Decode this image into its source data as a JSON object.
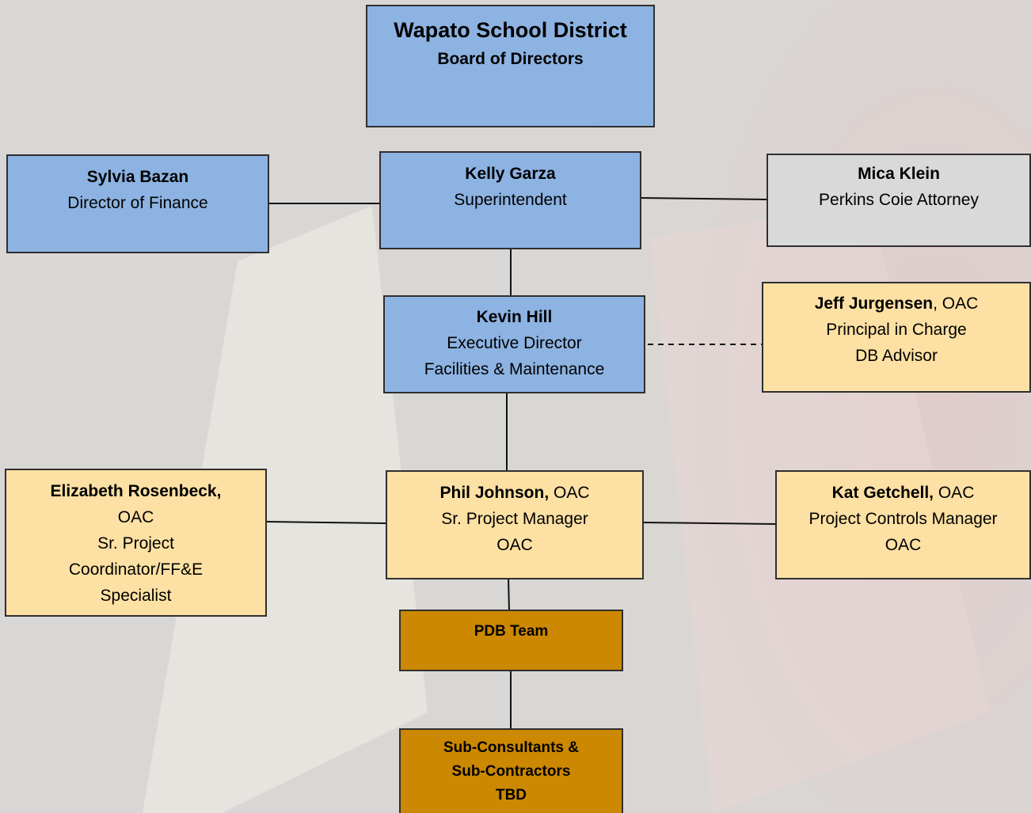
{
  "board": {
    "org": "Wapato School District",
    "title": "Board of Directors"
  },
  "finance": {
    "name": "Sylvia Bazan",
    "role": "Director of Finance"
  },
  "superintendent": {
    "name": "Kelly Garza",
    "role": "Superintendent"
  },
  "attorney": {
    "name": "Mica Klein",
    "role": "Perkins Coie Attorney"
  },
  "executive": {
    "name": "Kevin Hill",
    "role": "Executive Director",
    "dept": "Facilities & Maintenance"
  },
  "advisor": {
    "name": "Jeff Jurgensen",
    "org": ", OAC",
    "role": "Principal in Charge",
    "role2": "DB Advisor"
  },
  "coordinator": {
    "name": "Elizabeth Rosenbeck,",
    "lines": [
      "OAC",
      "Sr. Project",
      "Coordinator/FF&E",
      "Specialist"
    ]
  },
  "pm": {
    "name": "Phil Johnson,",
    "org": " OAC",
    "role": "Sr. Project Manager",
    "org2": "OAC"
  },
  "controls": {
    "name": "Kat Getchell,",
    "org": " OAC",
    "role": "Project Controls Manager",
    "org2": "OAC"
  },
  "pdb": {
    "label": "PDB Team"
  },
  "subs": {
    "lines": [
      "Sub-Consultants &",
      "Sub-Contractors",
      "TBD"
    ]
  }
}
